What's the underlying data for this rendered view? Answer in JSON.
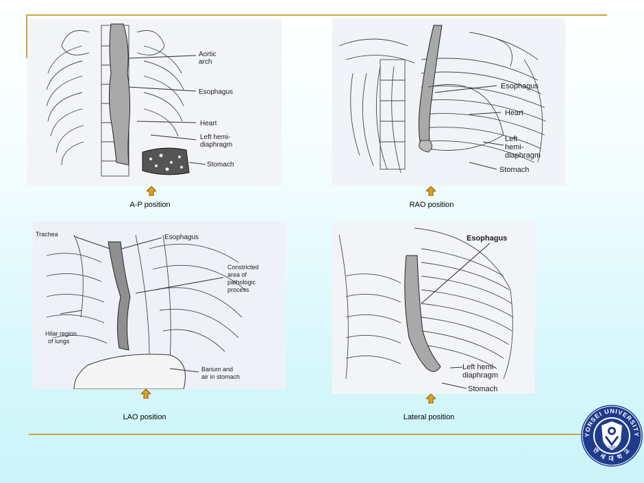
{
  "panels": {
    "ap": {
      "caption": "A-P position",
      "labels": {
        "aortic_arch_1": "Aortic",
        "aortic_arch_2": "arch",
        "esophagus": "Esophagus",
        "heart": "Heart",
        "left_hemi_1": "Left hemi-",
        "left_hemi_2": "diaphragm",
        "stomach": "Stomach"
      }
    },
    "rao": {
      "caption": "RAO position",
      "labels": {
        "esophagus": "Esophagus",
        "heart": "Heart",
        "left_1": "Left",
        "left_2": "hemi-",
        "left_3": "diaphragm",
        "stomach": "Stomach"
      }
    },
    "lao": {
      "caption": "LAO position",
      "labels": {
        "trachea": "Trachea",
        "esophagus": "Esophagus",
        "constricted_1": "Constricted",
        "constricted_2": "area of",
        "constricted_3": "pathologic",
        "constricted_4": "process",
        "hilar_1": "Hilar region",
        "hilar_2": "of lungs",
        "barium_1": "Barium and",
        "barium_2": "air in stomach"
      }
    },
    "lateral": {
      "caption": "Lateral position",
      "labels": {
        "esophagus": "Esophagus",
        "left_hemi_1": "Left hemi-",
        "left_hemi_2": "diaphragm",
        "stomach": "Stomach"
      }
    }
  },
  "logo": {
    "ring_text": "YONSEI UNIVERSITY",
    "year": "1885",
    "korean": "연 세 대 학 교"
  },
  "colors": {
    "rule": "#c8a63a",
    "arrow": "#e0a020",
    "logo_blue": "#1f3b8c"
  }
}
